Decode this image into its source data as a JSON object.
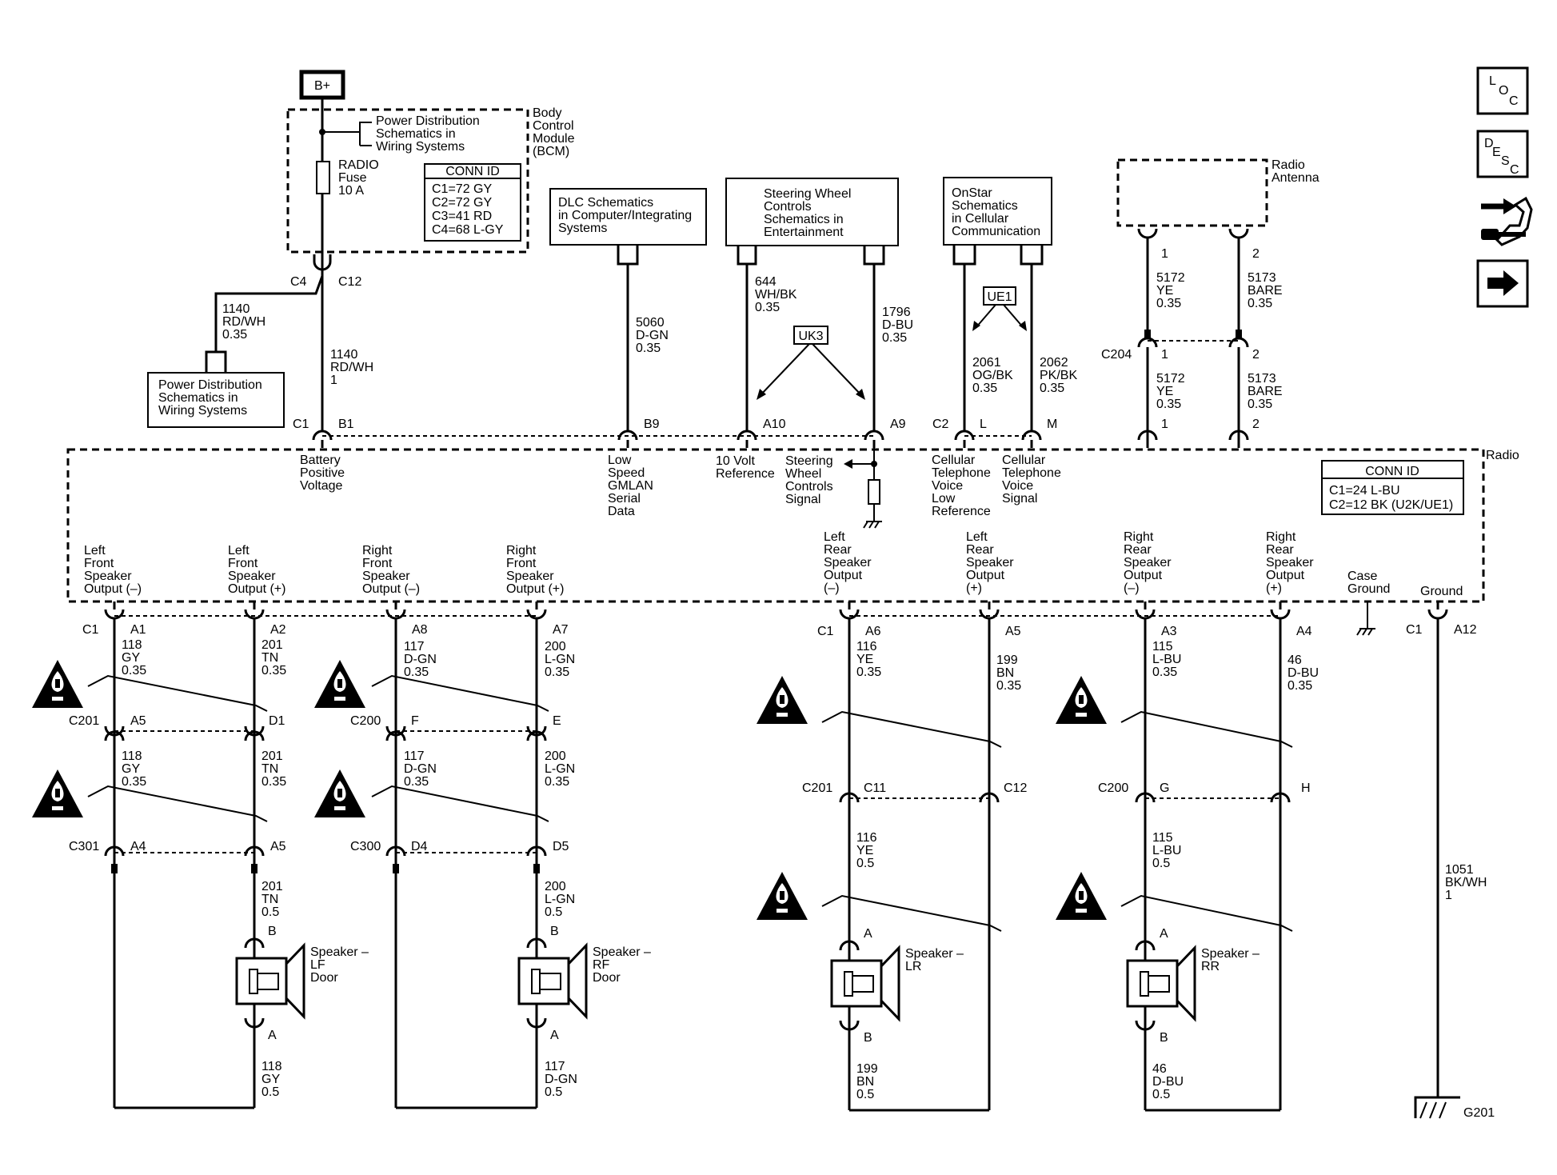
{
  "power": {
    "bplus": "B+",
    "pd_ref_top": [
      "Power Distribution",
      "Schematics in",
      "Wiring Systems"
    ],
    "bcm": [
      "Body",
      "Control",
      "Module",
      "(BCM)"
    ],
    "fuse": [
      "RADIO",
      "Fuse",
      "10 A"
    ],
    "conn_id_title": "CONN ID",
    "conn_id": [
      "C1=72 GY",
      "C2=72 GY",
      "C3=41 RD",
      "C4=68 L-GY"
    ],
    "c4": "C4",
    "c12": "C12",
    "branch_wire": [
      "1140",
      "RD/WH",
      "0.35"
    ],
    "pd_ref_bottom": [
      "Power Distribution",
      "Schematics in",
      "Wiring Systems"
    ],
    "main_wire": [
      "1140",
      "RD/WH",
      "1"
    ]
  },
  "refs": {
    "dlc": [
      "DLC Schematics",
      "in Computer/Integrating",
      "Systems"
    ],
    "steering": [
      "Steering Wheel",
      "Controls",
      "Schematics in",
      "Entertainment"
    ],
    "onstar": [
      "OnStar",
      "Schematics",
      "in Cellular",
      "Communication"
    ],
    "antenna": [
      "Radio",
      "Antenna"
    ],
    "uk3": "UK3",
    "ue1": "UE1"
  },
  "top_wires": {
    "dlc": [
      "5060",
      "D-GN",
      "0.35"
    ],
    "w644": [
      "644",
      "WH/BK",
      "0.35"
    ],
    "w1796": [
      "1796",
      "D-BU",
      "0.35"
    ],
    "w2061": [
      "2061",
      "OG/BK",
      "0.35"
    ],
    "w2062": [
      "2062",
      "PK/BK",
      "0.35"
    ],
    "ant_pin1": "1",
    "ant_pin2": "2",
    "w5172": [
      "5172",
      "YE",
      "0.35"
    ],
    "w5173": [
      "5173",
      "BARE",
      "0.35"
    ],
    "c204": "C204",
    "c204_pin1": "1",
    "c204_pin2": "2",
    "radio_pin1": "1",
    "radio_pin2": "2"
  },
  "radio": {
    "label": "Radio",
    "conn_id_title": "CONN ID",
    "conn_id": [
      "C1=24 L-BU",
      "C2=12 BK (U2K/UE1)"
    ],
    "top_pins": {
      "c1": "C1",
      "b1": "B1",
      "b9": "B9",
      "a10": "A10",
      "a9": "A9",
      "c2": "C2",
      "l": "L",
      "m": "M"
    },
    "top_labels": {
      "battery": [
        "Battery",
        "Positive",
        "Voltage"
      ],
      "gmlan": [
        "Low",
        "Speed",
        "GMLAN",
        "Serial",
        "Data"
      ],
      "ref10": [
        "10 Volt",
        "Reference"
      ],
      "swc": [
        "Steering",
        "Wheel",
        "Controls",
        "Signal"
      ],
      "cell_low": [
        "Cellular",
        "Telephone",
        "Voice",
        "Low",
        "Reference"
      ],
      "cell_sig": [
        "Cellular",
        "Telephone",
        "Voice",
        "Signal"
      ]
    },
    "bottom_labels": {
      "lf_minus": [
        "Left",
        "Front",
        "Speaker",
        "Output (–)"
      ],
      "lf_plus": [
        "Left",
        "Front",
        "Speaker",
        "Output (+)"
      ],
      "rf_minus": [
        "Right",
        "Front",
        "Speaker",
        "Output (–)"
      ],
      "rf_plus": [
        "Right",
        "Front",
        "Speaker",
        "Output (+)"
      ],
      "lr_minus": [
        "Left",
        "Rear",
        "Speaker",
        "Output",
        "(–)"
      ],
      "lr_plus": [
        "Left",
        "Rear",
        "Speaker",
        "Output",
        "(+)"
      ],
      "rr_minus": [
        "Right",
        "Rear",
        "Speaker",
        "Output",
        "(–)"
      ],
      "rr_plus": [
        "Right",
        "Rear",
        "Speaker",
        "Output",
        "(+)"
      ],
      "case_ground": [
        "Case",
        "Ground"
      ],
      "ground": "Ground"
    }
  },
  "front": {
    "c1": "C1",
    "a1": "A1",
    "a2": "A2",
    "a8": "A8",
    "a7": "A7",
    "w118a": [
      "118",
      "GY",
      "0.35"
    ],
    "w201a": [
      "201",
      "TN",
      "0.35"
    ],
    "w117a": [
      "117",
      "D-GN",
      "0.35"
    ],
    "w200a": [
      "200",
      "L-GN",
      "0.35"
    ],
    "c201": "C201",
    "c201_a5": "A5",
    "c201_d1": "D1",
    "c200": "C200",
    "c200_f": "F",
    "c200_e": "E",
    "w118b": [
      "118",
      "GY",
      "0.35"
    ],
    "w201b": [
      "201",
      "TN",
      "0.35"
    ],
    "w117b": [
      "117",
      "D-GN",
      "0.35"
    ],
    "w200b": [
      "200",
      "L-GN",
      "0.35"
    ],
    "c301": "C301",
    "c301_a4": "A4",
    "c301_a5": "A5",
    "c300": "C300",
    "c300_d4": "D4",
    "c300_d5": "D5",
    "w201c": [
      "201",
      "TN",
      "0.5"
    ],
    "w200c": [
      "200",
      "L-GN",
      "0.5"
    ],
    "lf_b": "B",
    "lf_a": "A",
    "rf_b": "B",
    "rf_a": "A",
    "lf_speaker": [
      "Speaker –",
      "LF",
      "Door"
    ],
    "rf_speaker": [
      "Speaker –",
      "RF",
      "Door"
    ],
    "w118c": [
      "118",
      "GY",
      "0.5"
    ],
    "w117c": [
      "117",
      "D-GN",
      "0.5"
    ]
  },
  "rear": {
    "c1": "C1",
    "a6": "A6",
    "a5": "A5",
    "a3": "A3",
    "a4": "A4",
    "w116a": [
      "116",
      "YE",
      "0.35"
    ],
    "w199a": [
      "199",
      "BN",
      "0.35"
    ],
    "w115a": [
      "115",
      "L-BU",
      "0.35"
    ],
    "w46a": [
      "46",
      "D-BU",
      "0.35"
    ],
    "c201": "C201",
    "c201_c11": "C11",
    "c201_c12": "C12",
    "c200": "C200",
    "c200_g": "G",
    "c200_h": "H",
    "w116b": [
      "116",
      "YE",
      "0.5"
    ],
    "w115b": [
      "115",
      "L-BU",
      "0.5"
    ],
    "lr_a": "A",
    "lr_b": "B",
    "rr_a": "A",
    "rr_b": "B",
    "lr_speaker": [
      "Speaker –",
      "LR"
    ],
    "rr_speaker": [
      "Speaker –",
      "RR"
    ],
    "w199b": [
      "199",
      "BN",
      "0.5"
    ],
    "w46b": [
      "46",
      "D-BU",
      "0.5"
    ]
  },
  "ground": {
    "c1": "C1",
    "a12": "A12",
    "wire": [
      "1051",
      "BK/WH",
      "1"
    ],
    "g201": "G201"
  },
  "nav": {
    "loc": [
      "L",
      "O",
      "C"
    ],
    "desc": [
      "D",
      "E",
      "S",
      "C"
    ]
  }
}
